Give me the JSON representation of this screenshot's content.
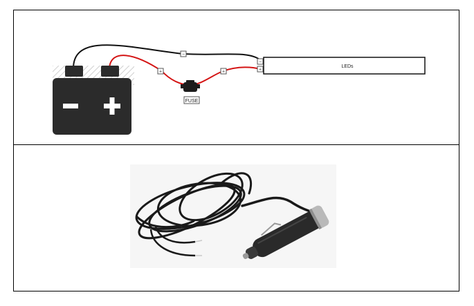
{
  "diagram": {
    "battery": {
      "minus_symbol": "−",
      "plus_symbol": "+"
    },
    "connectors": {
      "minus": "−",
      "plus": "+"
    },
    "fuse_label": "FUSE",
    "led_label": "LEDs"
  },
  "product_photo": {
    "subject": "cigarette lighter plug power cord",
    "colors": {
      "cable": "#1a1a1a",
      "plug_body": "#2a2a2a",
      "metal_ring": "#b9b9b9"
    }
  },
  "colors": {
    "positive_wire": "#d41414",
    "negative_wire": "#111111",
    "battery": "#2b2b2b"
  }
}
